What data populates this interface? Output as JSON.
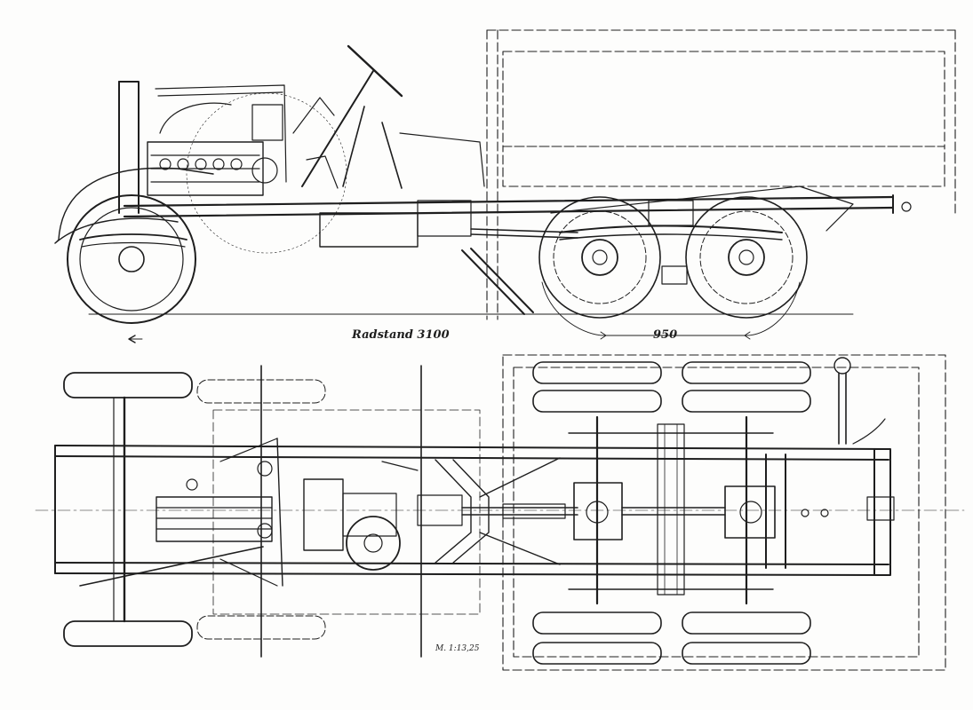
{
  "labels": {
    "wheelbase": "Radstand 3100",
    "axle_spacing": "950",
    "drawing_note": "M. 1:13,25"
  },
  "colors": {
    "ink": "#1e1e1e",
    "paper": "#fdfdfc"
  }
}
